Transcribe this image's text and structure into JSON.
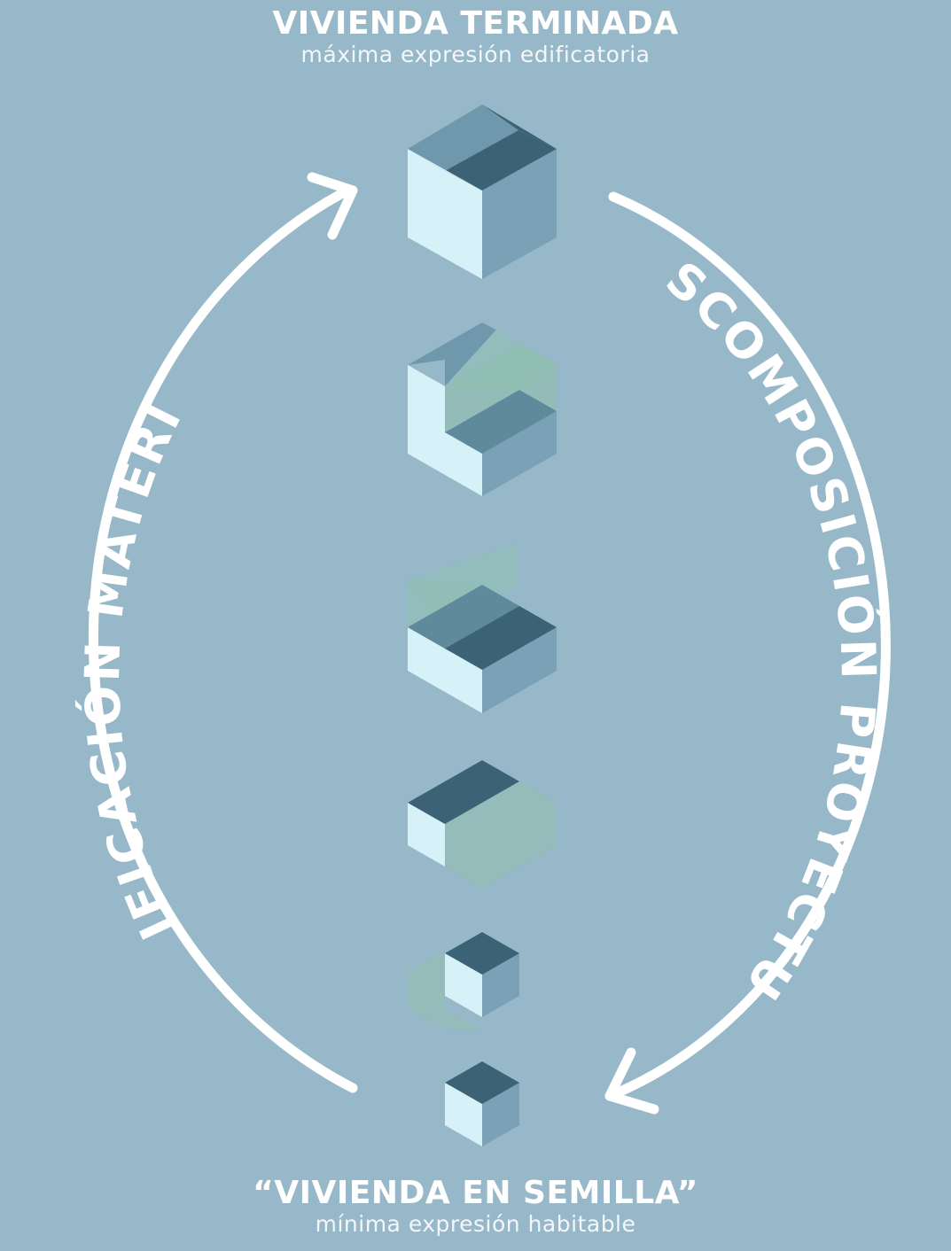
{
  "top": {
    "title": "VIVIENDA TERMINADA",
    "subtitle": "máxima expresión edificatoria"
  },
  "bottom": {
    "title": "“VIVIENDA EN SEMILLA”",
    "subtitle": "mínima expresión habitable"
  },
  "cycle": {
    "left_label": "EDIFICACIÓN MATERIAL",
    "right_label": "DESCOMPOSICIÓN PROYECTUAL"
  },
  "colors": {
    "background": "#97b8c8",
    "face_light": "#d6f1f8",
    "face_mid": "#7aa1b5",
    "face_dark": "#3c6276",
    "ghost": "#8fc0ad",
    "arrow": "#ffffff"
  },
  "stages": [
    "full-house",
    "house-minus-upper-front",
    "lower-volume-with-ghost-upper",
    "half-volume-with-ghost",
    "small-cube-with-ghost",
    "seed-cube"
  ]
}
